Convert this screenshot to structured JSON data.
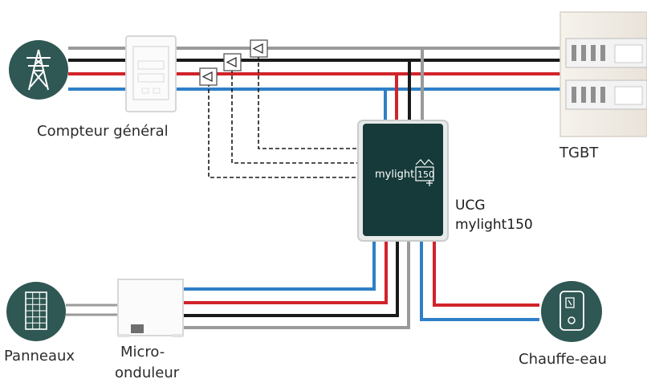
{
  "labels": {
    "compteur": "Compteur général",
    "tgbt": "TGBT",
    "ucg_line1": "UCG",
    "ucg_line2": "mylight150",
    "panneaux": "Panneaux",
    "micro_line1": "Micro-",
    "micro_line2": "onduleur",
    "chauffe_eau": "Chauffe-eau"
  },
  "device": {
    "brand": "mylight",
    "model": "150"
  },
  "colors": {
    "grey_wire": "#9a9a9a",
    "black_wire": "#1a1a1a",
    "red_wire": "#d1232a",
    "blue_wire": "#2f7fc8",
    "icon_circle": "#2f5753",
    "device_face": "#163a3a"
  },
  "icons": [
    "pylon-icon",
    "solar-panel-icon",
    "water-heater-icon",
    "current-clamp-icon"
  ]
}
